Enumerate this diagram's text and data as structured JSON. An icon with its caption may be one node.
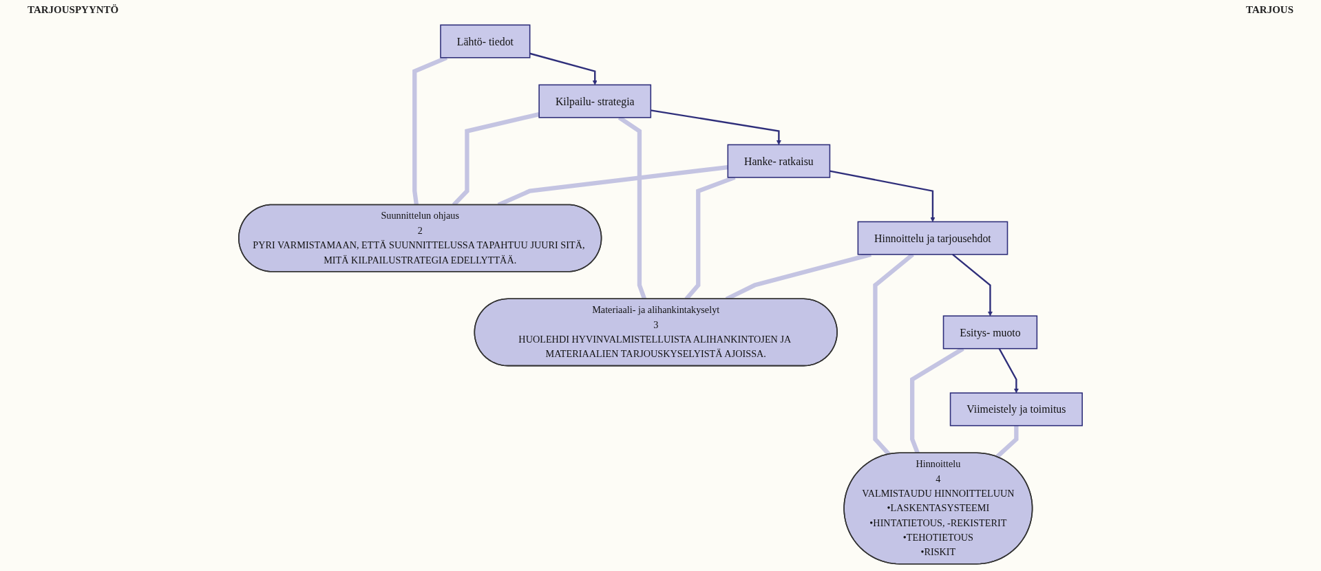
{
  "diagram": {
    "nodes": [
      {
        "text": [
          "Lähtö- tiedot"
        ]
      },
      {
        "text": [
          "Kilpailu- strategia"
        ]
      },
      {
        "text": [
          "Hanke- ratkaisu"
        ]
      },
      {
        "text": [
          "Hinnoittelu ja tarjousehdot"
        ]
      },
      {
        "text": [
          "Esitys- muoto"
        ]
      },
      {
        "text": [
          "Viimeistely ja toimitus"
        ]
      },
      {
        "text": [
          "Suunnittelun ohjaus",
          "2",
          "PYRI VARMISTAMAAN, ETTÄ SUUNNITTELUSSA TAPAHTUU JUURI SITÄ, MITÄ KILPAILUSTRATEGIA EDELLYTTÄÄ."
        ]
      },
      {
        "text": [
          "Materiaali- ja alihankintakyselyt",
          "3",
          "HUOLEHDI HYVINVALMISTELLUISTA ALIHANKINTOJEN JA MATERIAALIEN TARJOUSKYSELYISTÄ AJOISSA."
        ]
      },
      {
        "text": [
          "Hinnoittelu",
          "4",
          "VALMISTAUDU HINNOITTELUUN",
          "•LASKENTASYSTEEMI",
          "•HINTATIETOUS, -REKISTERIT",
          "•TEHOTIETOUS",
          "•RISKIT"
        ]
      }
    ],
    "edges": [
      {
        "from": 0,
        "to": 1,
        "arrow": "to",
        "color": "#2e2e7a"
      },
      {
        "from": 1,
        "to": 2,
        "arrow": "to",
        "color": "#2e2e7a"
      },
      {
        "from": 2,
        "to": 3,
        "arrow": "to",
        "color": "#2e2e7a"
      },
      {
        "from": 3,
        "to": 4,
        "arrow": "to",
        "color": "#2e2e7a"
      },
      {
        "from": 4,
        "to": 5,
        "arrow": "to",
        "color": "#2e2e7a"
      },
      {
        "from": 0,
        "to": 6,
        "arrow": "none"
      },
      {
        "from": 1,
        "to": 6,
        "arrow": "none"
      },
      {
        "from": 1,
        "to": 7,
        "arrow": "none"
      },
      {
        "from": 2,
        "to": 6,
        "arrow": "none"
      },
      {
        "from": 2,
        "to": 7,
        "arrow": "none"
      },
      {
        "from": 3,
        "to": 7,
        "arrow": "none"
      },
      {
        "from": 3,
        "to": 8,
        "arrow": "none"
      },
      {
        "from": 4,
        "to": 8,
        "arrow": "none"
      },
      {
        "from": 5,
        "to": 8,
        "arrow": "none"
      }
    ],
    "labels": [
      "TARJOUSPYYNTÖ",
      "TARJOUS"
    ]
  }
}
